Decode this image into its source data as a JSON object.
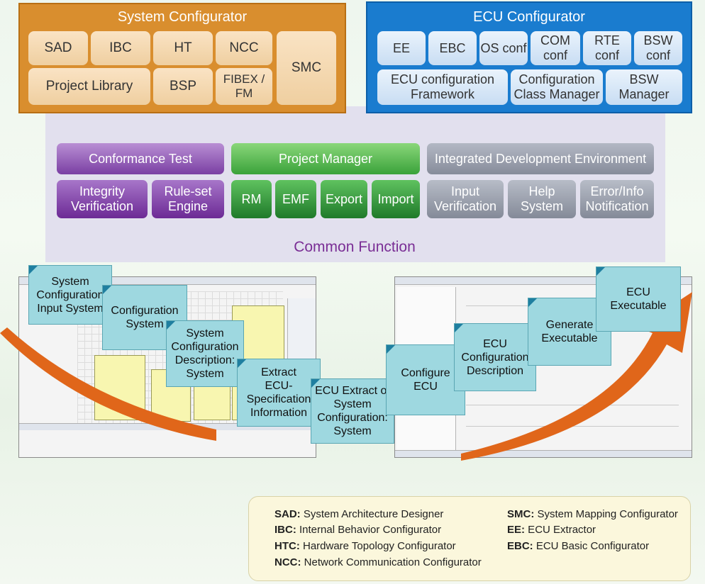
{
  "system_configurator": {
    "title": "System Configurator",
    "tools": [
      "SAD",
      "IBC",
      "HT",
      "NCC",
      "SMC",
      "Project Library",
      "BSP",
      "FIBEX / FM"
    ]
  },
  "ecu_configurator": {
    "title": "ECU Configurator",
    "tools": [
      "EE",
      "EBC",
      "OS conf",
      "COM conf",
      "RTE conf",
      "BSW conf",
      "ECU configuration\nFramework",
      "Configuration\nClass Manager",
      "BSW\nManager"
    ]
  },
  "common_function": {
    "label": "Common Function",
    "conformance_test": {
      "title": "Conformance Test",
      "items": [
        "Integrity\nVerification",
        "Rule-set\nEngine"
      ]
    },
    "project_manager": {
      "title": "Project Manager",
      "items": [
        "RM",
        "EMF",
        "Export",
        "Import"
      ]
    },
    "ide": {
      "title": "Integrated Development Environment",
      "items": [
        "Input\nVerification",
        "Help\nSystem",
        "Error/Info\nNotification"
      ]
    }
  },
  "workflow_steps": [
    "System\nConfiguration\nInput System",
    "Configuration\nSystem",
    "System\nConfiguration\nDescription:\nSystem",
    "Extract\nECU-\nSpecification\nInformation",
    "ECU Extract of\nSystem\nConfiguration:\nSystem",
    "Configure\nECU",
    "ECU\nConfiguration\nDescription",
    "Generate\nExecutable",
    "ECU\nExecutable"
  ],
  "legend": [
    {
      "abbr": "SAD:",
      "text": " System Architecture Designer"
    },
    {
      "abbr": "IBC:",
      "text": " Internal Behavior Configurator"
    },
    {
      "abbr": "HTC:",
      "text": " Hardware Topology Configurator"
    },
    {
      "abbr": "NCC:",
      "text": " Network Communication Configurator"
    },
    {
      "abbr": "SMC:",
      "text": " System Mapping Configurator"
    },
    {
      "abbr": "EE:",
      "text": " ECU Extractor"
    },
    {
      "abbr": "EBC:",
      "text": " ECU Basic Configurator"
    }
  ],
  "colors": {
    "system": "#d98e2e",
    "ecu": "#1a7ccf",
    "conformance": "#7a3fa3",
    "project": "#3aa23a",
    "ide": "#868c9a",
    "arrow": "#e0661a",
    "step": "#9ed8e0"
  }
}
